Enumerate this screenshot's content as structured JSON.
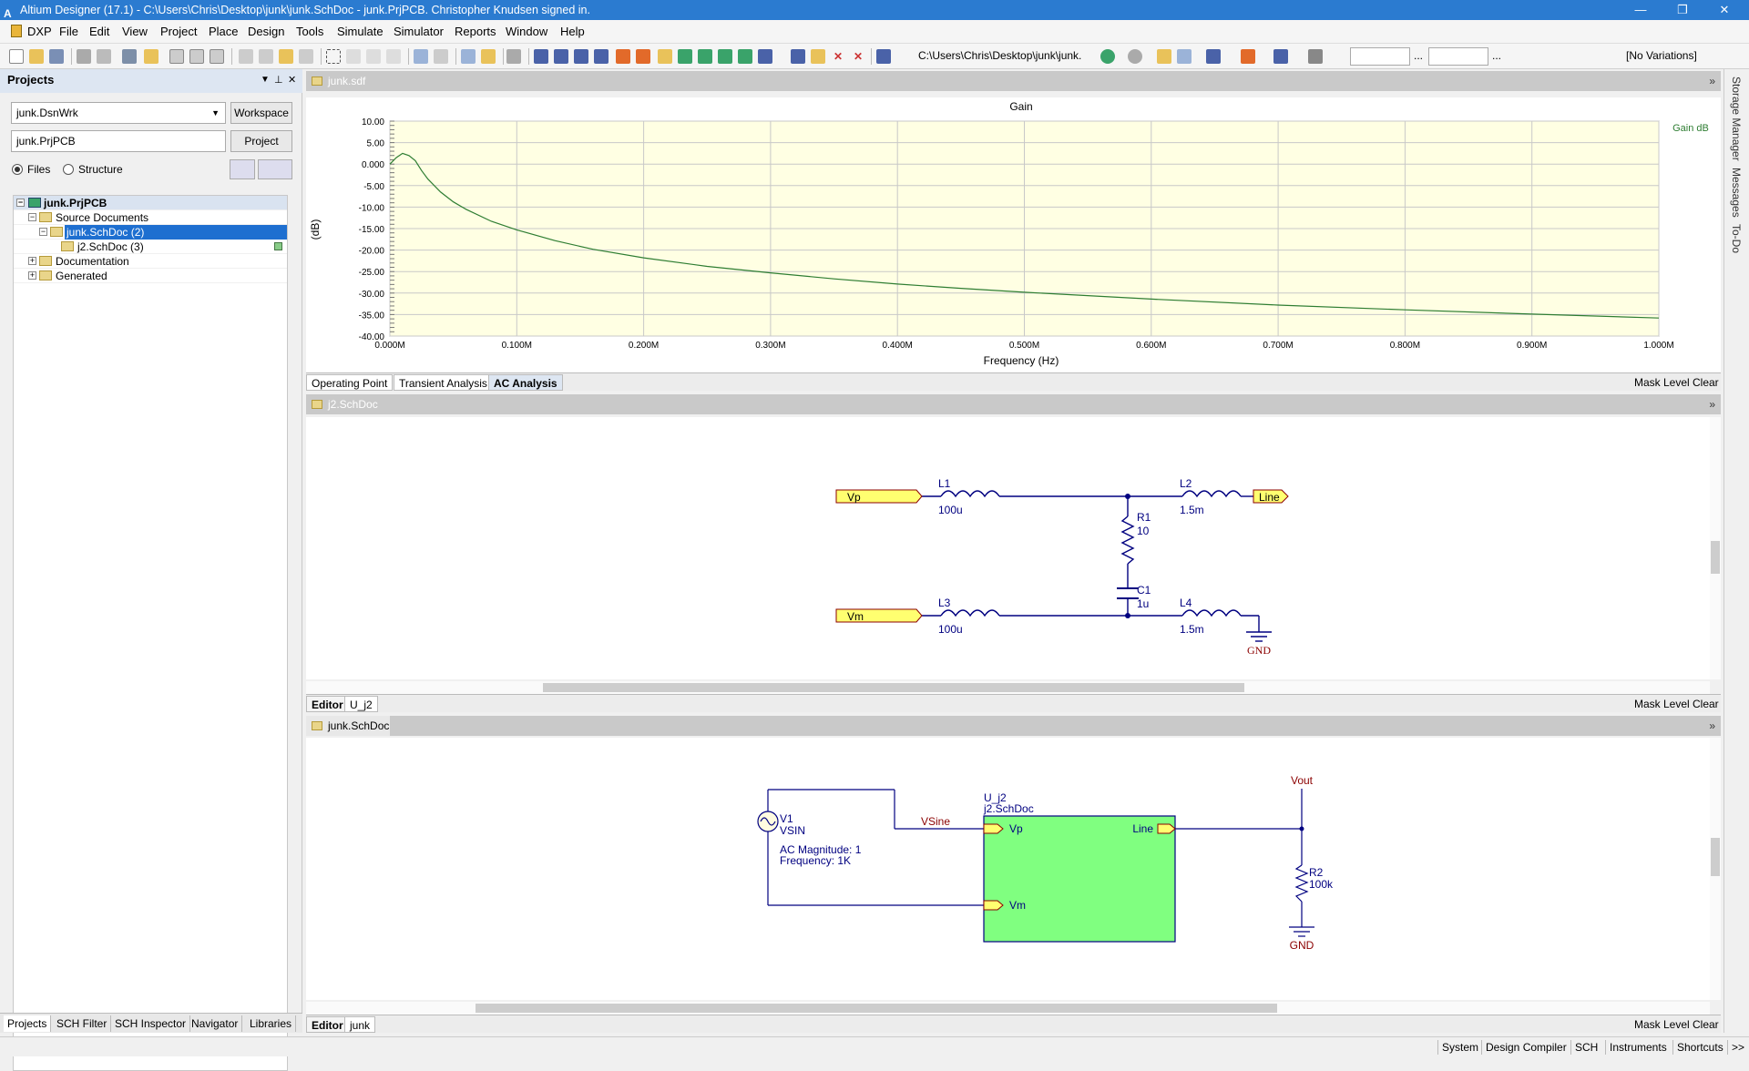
{
  "window": {
    "title": "Altium Designer (17.1) - C:\\Users\\Chris\\Desktop\\junk\\junk.SchDoc - junk.PrjPCB. Christopher Knudsen signed in.",
    "min": "—",
    "max": "❐",
    "close": "✕"
  },
  "menu": [
    "DXP",
    "File",
    "Edit",
    "View",
    "Project",
    "Place",
    "Design",
    "Tools",
    "Simulate",
    "Simulator",
    "Reports",
    "Window",
    "Help"
  ],
  "toolbar": {
    "path": "C:\\Users\\Chris\\Desktop\\junk\\junk.",
    "variations": "[No Variations]",
    "ellipsis1": "...",
    "ellipsis2": "..."
  },
  "projects_panel": {
    "title": "Projects",
    "workspace_value": "junk.DsnWrk",
    "workspace_btn": "Workspace",
    "project_value": "junk.PrjPCB",
    "project_btn": "Project",
    "radio_files": "Files",
    "radio_structure": "Structure",
    "tree": [
      {
        "label": "junk.PrjPCB"
      },
      {
        "label": "Source Documents"
      },
      {
        "label": "junk.SchDoc (2)"
      },
      {
        "label": "j2.SchDoc (3)"
      },
      {
        "label": "Documentation"
      },
      {
        "label": "Generated"
      }
    ],
    "bottom_tabs": [
      "Projects",
      "SCH Filter",
      "SCH Inspector",
      "Navigator",
      "Libraries"
    ]
  },
  "doc_sdf": {
    "tab": "junk.sdf",
    "tabs": [
      "Operating Point",
      "Transient Analysis",
      "AC Analysis"
    ],
    "mask": "Mask Level",
    "clear": "Clear"
  },
  "chart_data": {
    "type": "line",
    "title": "Gain",
    "xlabel": "Frequency (Hz)",
    "ylabel": "(dB)",
    "legend": "Gain dB",
    "legend_position": "top-right",
    "xlim": [
      0,
      1000000
    ],
    "ylim": [
      -40,
      10
    ],
    "grid": true,
    "x_ticks": [
      "0.000M",
      "0.100M",
      "0.200M",
      "0.300M",
      "0.400M",
      "0.500M",
      "0.600M",
      "0.700M",
      "0.800M",
      "0.900M",
      "1.000M"
    ],
    "y_ticks": [
      "10.00",
      "5.00",
      "0.000",
      "-5.00",
      "-10.00",
      "-15.00",
      "-20.00",
      "-25.00",
      "-30.00",
      "-35.00",
      "-40.00"
    ],
    "series": [
      {
        "name": "Gain dB",
        "color": "#2e7d32",
        "x": [
          0,
          5000,
          10000,
          15000,
          20000,
          25000,
          30000,
          40000,
          50000,
          60000,
          80000,
          100000,
          130000,
          160000,
          200000,
          250000,
          300000,
          350000,
          400000,
          450000,
          500000,
          600000,
          700000,
          800000,
          900000,
          1000000
        ],
        "y": [
          0,
          1.5,
          2.5,
          2.0,
          0.8,
          -1.5,
          -3.5,
          -6.5,
          -8.8,
          -10.5,
          -13.3,
          -15.3,
          -17.8,
          -19.8,
          -21.8,
          -23.8,
          -25.3,
          -26.7,
          -27.9,
          -28.9,
          -29.8,
          -31.4,
          -32.8,
          -33.9,
          -34.9,
          -35.8
        ]
      }
    ]
  },
  "doc_j2": {
    "tab": "j2.SchDoc",
    "foot_tabs": [
      "Editor",
      "U_j2"
    ],
    "mask": "Mask Level",
    "clear": "Clear",
    "ports": {
      "vp": "Vp",
      "vm": "Vm",
      "line": "Line"
    },
    "parts": {
      "L1": "L1",
      "L1v": "100u",
      "L2": "L2",
      "L2v": "1.5m",
      "L3": "L3",
      "L3v": "100u",
      "L4": "L4",
      "L4v": "1.5m",
      "R1": "R1",
      "R1v": "10",
      "C1": "C1",
      "C1v": "1u",
      "gnd": "GND"
    }
  },
  "doc_junk": {
    "tab": "junk.SchDoc",
    "foot_tabs": [
      "Editor",
      "junk"
    ],
    "mask": "Mask Level",
    "clear": "Clear",
    "v1": "V1",
    "vsin": "VSIN",
    "acmag": "AC Magnitude: 1",
    "freq": "Frequency: 1K",
    "net_vsine": "VSine",
    "sheet_des": "U_j2",
    "sheet_file": "j2.SchDoc",
    "pin_vp": "Vp",
    "pin_vm": "Vm",
    "pin_line": "Line",
    "vout": "Vout",
    "r2": "R2",
    "r2v": "100k",
    "gnd": "GND"
  },
  "right_panels": [
    "Storage Manager",
    "Messages",
    "To-Do"
  ],
  "status": [
    "System",
    "Design Compiler",
    "SCH",
    "Instruments",
    "Shortcuts",
    ">>"
  ]
}
